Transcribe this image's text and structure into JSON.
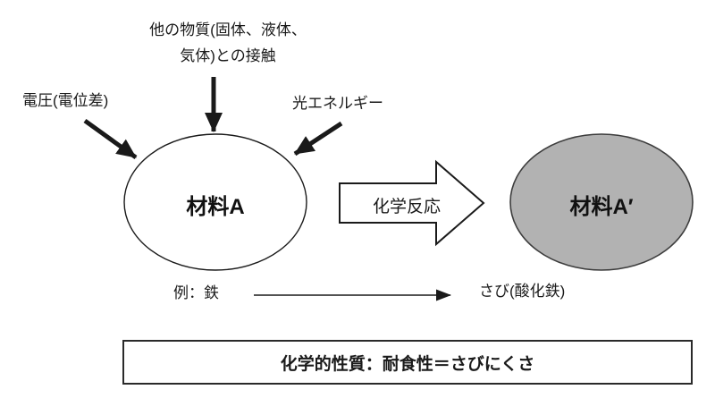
{
  "diagram": {
    "factors": {
      "contact_line1": "他の物質(固体、液体、",
      "contact_line2": "気体)との接触",
      "voltage": "電圧(電位差)",
      "light": "光エネルギー"
    },
    "material_a_label": "材料A",
    "reaction_label": "化学反応",
    "material_a_prime_label": "材料A′",
    "example": {
      "before": "例：鉄",
      "after": "さび(酸化鉄)"
    },
    "caption": "化学的性質：耐食性＝さびにくさ",
    "colors": {
      "ink": "#1a1a1a",
      "material_a_fill": "#ffffff",
      "material_a_prime_fill": "#b2b2b2",
      "material_a_prime_stroke": "#3d3d3d"
    }
  }
}
